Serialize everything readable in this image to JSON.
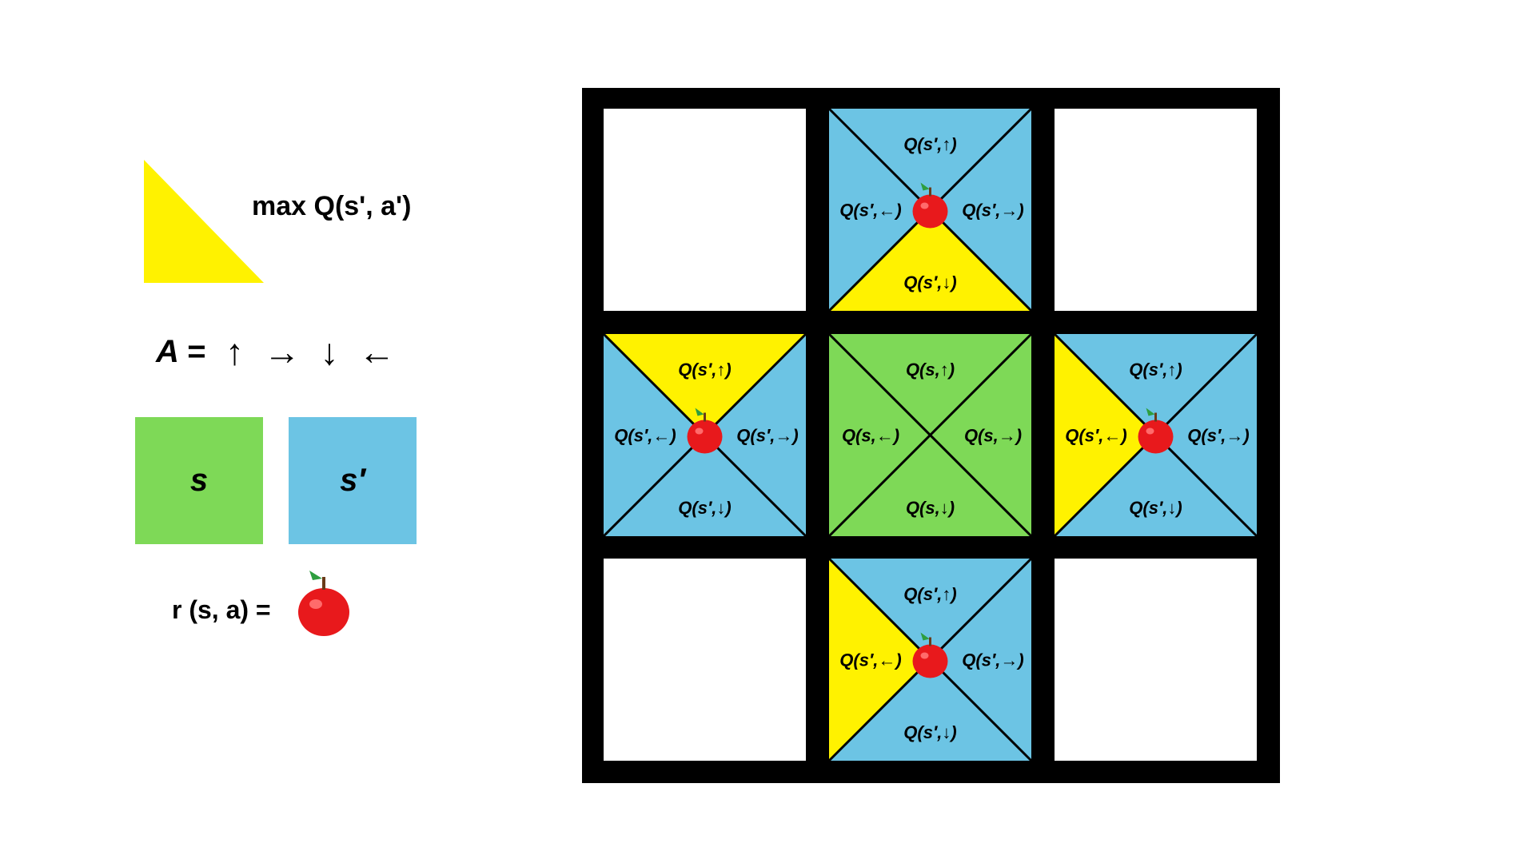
{
  "colors": {
    "state": "#7ed957",
    "next_state": "#6cc4e4",
    "max_q": "#fff200",
    "grid_border": "#000000",
    "empty_cell": "#ffffff",
    "apple": "#e8191c",
    "leaf": "#2e9e3f"
  },
  "legend": {
    "max_q_label": "max Q(s', a')",
    "action_set_label": "A =",
    "action_arrows": "↑ → ↓ ←",
    "state_label": "s",
    "next_state_label": "s′",
    "reward_label": "r (s, a) =",
    "reward_icon": "apple-icon"
  },
  "grid": {
    "rows": 3,
    "cols": 3,
    "cells": [
      {
        "row": 0,
        "col": 0,
        "kind": "empty"
      },
      {
        "row": 0,
        "col": 1,
        "kind": "next_state",
        "apple": true,
        "max_action": "down",
        "labels": {
          "up": "Q(s′,↑)",
          "right": "Q(s′,→)",
          "down": "Q(s′,↓)",
          "left": "Q(s′,←)"
        }
      },
      {
        "row": 0,
        "col": 2,
        "kind": "empty"
      },
      {
        "row": 1,
        "col": 0,
        "kind": "next_state",
        "apple": true,
        "max_action": "up",
        "labels": {
          "up": "Q(s′,↑)",
          "right": "Q(s′,→)",
          "down": "Q(s′,↓)",
          "left": "Q(s′,←)"
        }
      },
      {
        "row": 1,
        "col": 1,
        "kind": "state",
        "apple": false,
        "max_action": null,
        "labels": {
          "up": "Q(s,↑)",
          "right": "Q(s,→)",
          "down": "Q(s,↓)",
          "left": "Q(s,←)"
        }
      },
      {
        "row": 1,
        "col": 2,
        "kind": "next_state",
        "apple": true,
        "max_action": "left",
        "labels": {
          "up": "Q(s′,↑)",
          "right": "Q(s′,→)",
          "down": "Q(s′,↓)",
          "left": "Q(s′,←)"
        }
      },
      {
        "row": 2,
        "col": 0,
        "kind": "empty"
      },
      {
        "row": 2,
        "col": 1,
        "kind": "next_state",
        "apple": true,
        "max_action": "left",
        "labels": {
          "up": "Q(s′,↑)",
          "right": "Q(s′,→)",
          "down": "Q(s′,↓)",
          "left": "Q(s′,←)"
        }
      },
      {
        "row": 2,
        "col": 2,
        "kind": "empty"
      }
    ]
  }
}
